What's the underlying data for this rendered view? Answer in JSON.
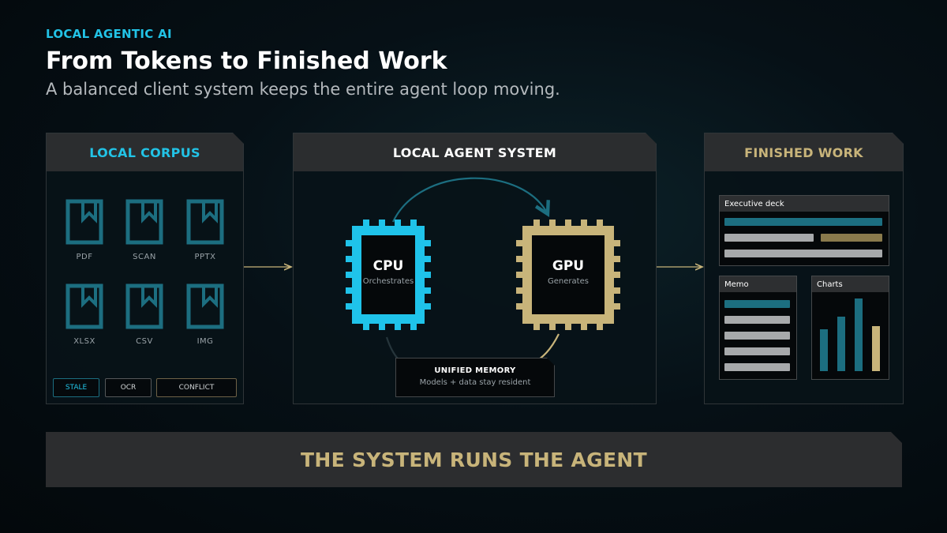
{
  "header": {
    "kicker": "LOCAL AGENTIC AI",
    "title": "From Tokens to Finished Work",
    "subtitle": "A balanced client system keeps the entire agent loop moving."
  },
  "colors": {
    "cyan": "#1fc3ea",
    "gold": "#c8b47a",
    "teal": "#1c6e80",
    "gray": "#a7a9ab",
    "panel_head": "#2b2d2f"
  },
  "corpus": {
    "title": "LOCAL CORPUS",
    "files": [
      {
        "label": "PDF",
        "icon": "document-icon"
      },
      {
        "label": "SCAN",
        "icon": "document-icon"
      },
      {
        "label": "PPTX",
        "icon": "document-icon"
      },
      {
        "label": "XLSX",
        "icon": "document-icon"
      },
      {
        "label": "CSV",
        "icon": "document-icon"
      },
      {
        "label": "IMG",
        "icon": "document-icon"
      }
    ],
    "tags": [
      "STALE",
      "OCR",
      "CONFLICT"
    ]
  },
  "agent": {
    "title": "LOCAL AGENT SYSTEM",
    "cpu": {
      "name": "CPU",
      "role": "Orchestrates"
    },
    "gpu": {
      "name": "GPU",
      "role": "Generates"
    },
    "memory": {
      "title": "UNIFIED MEMORY",
      "subtitle": "Models + data stay resident"
    }
  },
  "work": {
    "title": "FINISHED WORK",
    "deck": "Executive deck",
    "memo": "Memo",
    "charts": {
      "title": "Charts",
      "bar_levels": [
        0.53,
        0.69,
        0.92,
        0.57
      ],
      "bar_colors": [
        "teal",
        "teal",
        "teal",
        "gold"
      ]
    }
  },
  "banner": "THE SYSTEM RUNS THE AGENT"
}
